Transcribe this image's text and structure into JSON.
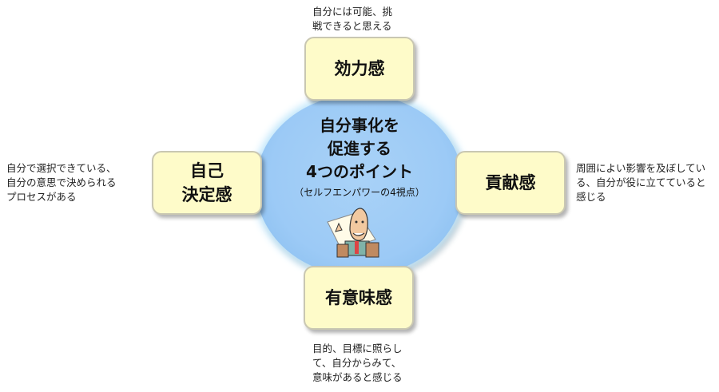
{
  "center": {
    "title_lines": [
      "自分事化を",
      "促進する",
      "4つのポイント"
    ],
    "subtitle": "（セルフエンパワーの4視点）"
  },
  "boxes": {
    "top": {
      "label": "効力感",
      "note_lines": [
        "自分には可能、挑",
        "戦できると思える"
      ]
    },
    "left": {
      "label_lines": [
        "自己",
        "決定感"
      ],
      "note_lines": [
        "自分で選択できている、",
        "自分の意思で決められる",
        "プロセスがある"
      ]
    },
    "right": {
      "label": "貢献感",
      "note_lines": [
        "周囲によい影響を及ぼしてい",
        "る、自分が役に立てていると",
        "感じる"
      ]
    },
    "bottom": {
      "label": "有意味感",
      "note_lines": [
        "目的、目標に照らし",
        "て、自分からみて、",
        "意味があると感じる"
      ]
    }
  },
  "colors": {
    "ellipse": "#9ccaf6",
    "box": "#fefbc9"
  }
}
